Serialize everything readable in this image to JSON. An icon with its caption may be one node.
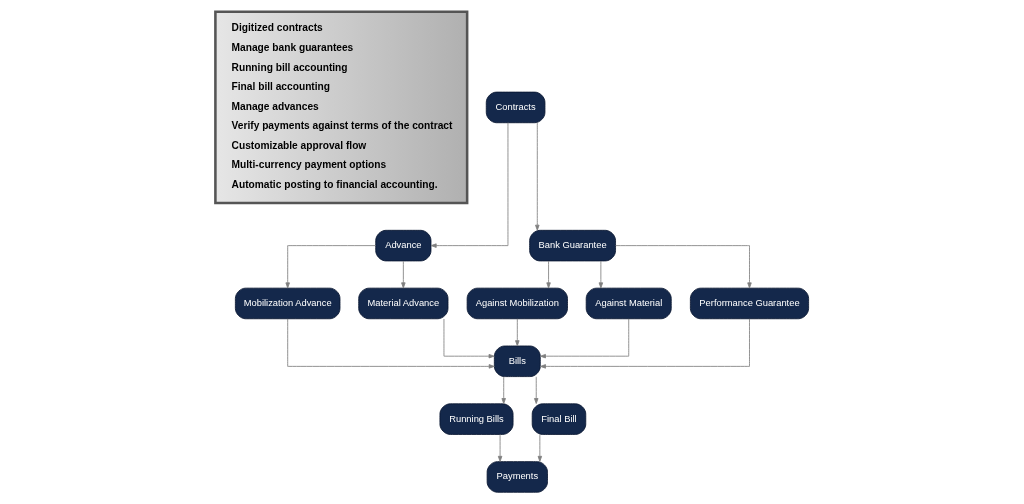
{
  "diagram": {
    "nodes": [
      {
        "text": [
          "Digitized contracts",
          "Manage bank guarantees",
          "Running bill accounting",
          "Final bill accounting",
          "Manage advances",
          "Verify payments against terms of the contract",
          "Customizable approval flow",
          "Multi-currency payment options",
          "Automatic posting to financial accounting."
        ]
      },
      {
        "text": [
          "Contracts"
        ]
      },
      {
        "text": [
          "Advance"
        ]
      },
      {
        "text": [
          "Bank Guarantee"
        ]
      },
      {
        "text": [
          "Mobilization Advance"
        ]
      },
      {
        "text": [
          "Material Advance"
        ]
      },
      {
        "text": [
          "Against Mobilization"
        ]
      },
      {
        "text": [
          "Against Material"
        ]
      },
      {
        "text": [
          "Performance Guarantee"
        ]
      },
      {
        "text": [
          "Bills"
        ]
      },
      {
        "text": [
          "Running Bills"
        ]
      },
      {
        "text": [
          "Final Bill"
        ]
      },
      {
        "text": [
          "Payments"
        ]
      }
    ],
    "edges": [
      {
        "from": 1,
        "to": 2,
        "arrow": "to"
      },
      {
        "from": 1,
        "to": 3,
        "arrow": "to"
      },
      {
        "from": 2,
        "to": 4,
        "arrow": "to"
      },
      {
        "from": 2,
        "to": 5,
        "arrow": "to"
      },
      {
        "from": 3,
        "to": 6,
        "arrow": "to"
      },
      {
        "from": 3,
        "to": 7,
        "arrow": "to"
      },
      {
        "from": 3,
        "to": 8,
        "arrow": "to"
      },
      {
        "from": 4,
        "to": 9,
        "arrow": "to"
      },
      {
        "from": 5,
        "to": 9,
        "arrow": "to"
      },
      {
        "from": 6,
        "to": 9,
        "arrow": "to"
      },
      {
        "from": 7,
        "to": 9,
        "arrow": "to"
      },
      {
        "from": 8,
        "to": 9,
        "arrow": "to"
      },
      {
        "from": 9,
        "to": 10,
        "arrow": "to"
      },
      {
        "from": 9,
        "to": 11,
        "arrow": "to"
      },
      {
        "from": 10,
        "to": 12,
        "arrow": "to"
      },
      {
        "from": 11,
        "to": 12,
        "arrow": "to"
      }
    ]
  }
}
